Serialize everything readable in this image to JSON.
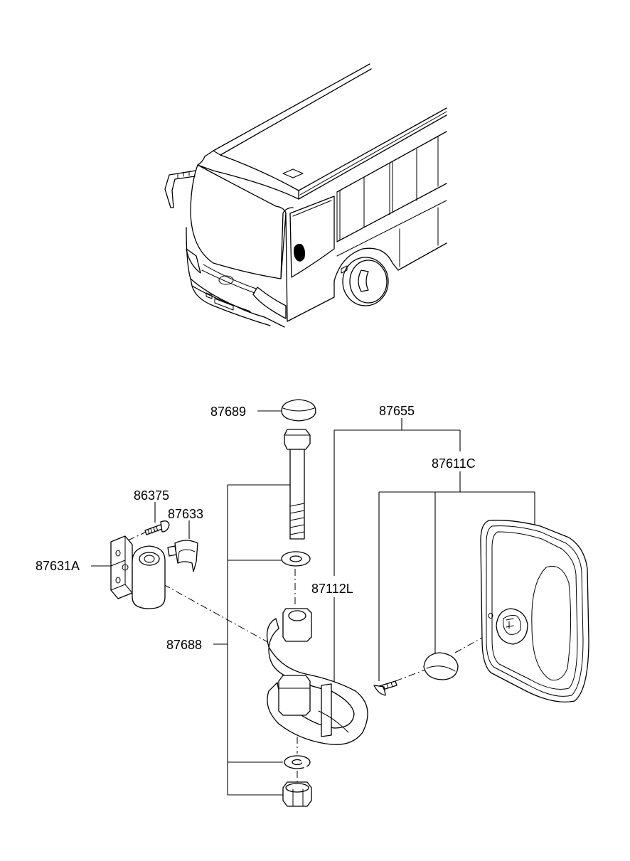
{
  "labels": {
    "p87689": "87689",
    "p87655": "87655",
    "p87611C": "87611C",
    "p86375": "86375",
    "p87633": "87633",
    "p87631A": "87631A",
    "p87112L": "87112L",
    "p87688": "87688"
  }
}
